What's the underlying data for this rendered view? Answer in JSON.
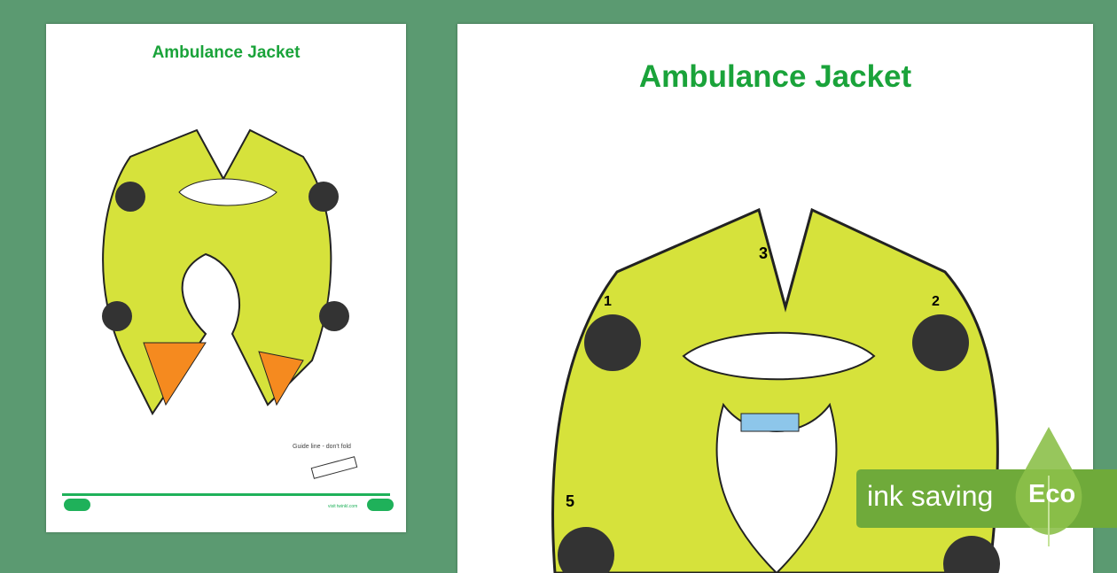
{
  "preview_small": {
    "title": "Ambulance Jacket",
    "guide_text": "Guide line - don't fold",
    "footer_link": "visit twinkl.com"
  },
  "preview_large": {
    "title": "Ambulance Jacket",
    "numbers": [
      "1",
      "2",
      "3",
      "5"
    ]
  },
  "badge": {
    "text": "ink saving",
    "label": "Eco",
    "color": "#6faa3a"
  }
}
